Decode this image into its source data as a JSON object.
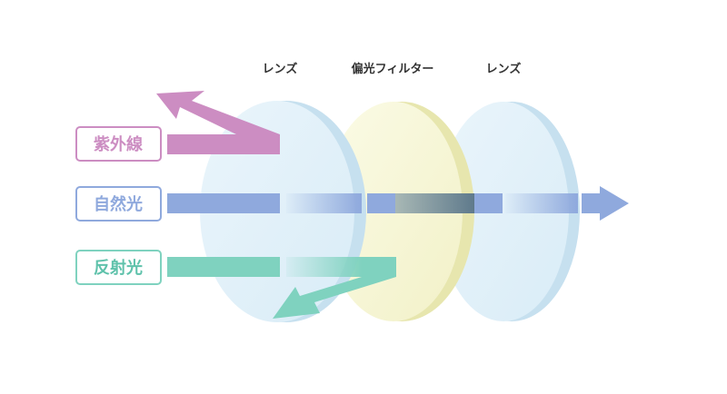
{
  "colors": {
    "background": "#ffffff",
    "lens_fill": "#e3f1fa",
    "lens_edge": "#c6e0ef",
    "filter_fill": "#f8f7d6",
    "filter_edge": "#e7e6ae",
    "uv": "#cc8dc2",
    "natural": "#8fa9dd",
    "reflected": "#7fd2bf",
    "label_text": "#333333"
  },
  "layer_labels": [
    "レンズ",
    "偏光フィルター",
    "レンズ"
  ],
  "light_labels": {
    "uv": "紫外線",
    "natural": "自然光",
    "reflected": "反射光"
  }
}
